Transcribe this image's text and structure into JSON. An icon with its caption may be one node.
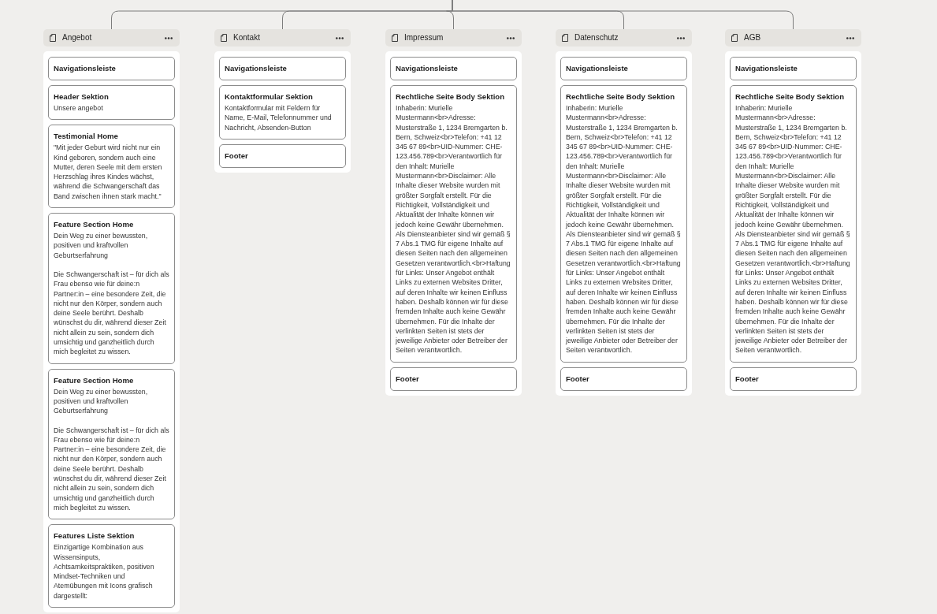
{
  "diagram": {
    "nodes": [
      {
        "text": [
          "Angebot"
        ]
      },
      {
        "text": [
          "Navigationsleiste"
        ],
        "in": 0
      },
      {
        "text": [
          "Header Sektion",
          "Unsere angebot"
        ],
        "in": 0
      },
      {
        "text": [
          "Testimonial Home",
          "\"Mit jeder Geburt wird nicht nur ein Kind geboren, sondern auch eine Mutter, deren Seele mit dem ersten Herzschlag ihres Kindes wächst, während die Schwangerschaft das Band zwischen ihnen stark macht.\""
        ],
        "in": 0
      },
      {
        "text": [
          "Feature Section Home",
          "Dein Weg zu einer bewussten, positiven und kraftvollen Geburtserfahrung",
          "Die Schwangerschaft ist – für dich als Frau ebenso wie für deine:n Partner:in – eine besondere Zeit, die nicht nur den Körper, sondern auch deine Seele berührt. Deshalb wünschst du dir, während dieser Zeit nicht allein zu sein, sondern dich umsichtig und ganzheitlich durch mich begleitet zu wissen."
        ],
        "in": 0
      },
      {
        "text": [
          "Feature Section Home",
          "Dein Weg zu einer bewussten, positiven und kraftvollen Geburtserfahrung",
          "Die Schwangerschaft ist – für dich als Frau ebenso wie für deine:n Partner:in – eine besondere Zeit, die nicht nur den Körper, sondern auch deine Seele berührt. Deshalb wünschst du dir, während dieser Zeit nicht allein zu sein, sondern dich umsichtig und ganzheitlich durch mich begleitet zu wissen."
        ],
        "in": 0
      },
      {
        "text": [
          "Features Liste Sektion",
          "Einzigartige Kombination aus Wissensinputs, Achtsamkeitspraktiken, positiven Mindset-Techniken und Atemübungen mit Icons grafisch dargestellt:"
        ],
        "in": 0
      },
      {
        "text": [
          "Kontakt"
        ]
      },
      {
        "text": [
          "Navigationsleiste"
        ],
        "in": 7
      },
      {
        "text": [
          "Kontaktformular Sektion",
          "Kontaktformular mit Feldern für Name, E-Mail, Telefonnummer und Nachricht, Absenden-Button"
        ],
        "in": 7
      },
      {
        "text": [
          "Footer"
        ],
        "in": 7
      },
      {
        "text": [
          "Impressum"
        ]
      },
      {
        "text": [
          "Navigationsleiste"
        ],
        "in": 11
      },
      {
        "text": [
          "Rechtliche Seite Body Sektion",
          "Inhaberin: Murielle Mustermann<br>Adresse: Musterstraße 1, 1234 Bremgarten b. Bern, Schweiz<br>Telefon: +41 12 345 67 89<br>UID-Nummer: CHE-123.456.789<br>Verantwortlich für den Inhalt: Murielle Mustermann<br>Disclaimer: Alle Inhalte dieser Website wurden mit größter Sorgfalt erstellt. Für die Richtigkeit, Vollständigkeit und Aktualität der Inhalte können wir jedoch keine Gewähr übernehmen. Als Diensteanbieter sind wir gemäß § 7 Abs.1 TMG für eigene Inhalte auf diesen Seiten nach den allgemeinen Gesetzen verantwortlich.<br>Haftung für Links: Unser Angebot enthält Links zu externen Websites Dritter, auf deren Inhalte wir keinen Einfluss haben. Deshalb können wir für diese fremden Inhalte auch keine Gewähr übernehmen. Für die Inhalte der verlinkten Seiten ist stets der jeweilige Anbieter oder Betreiber der Seiten verantwortlich."
        ],
        "in": 11
      },
      {
        "text": [
          "Footer"
        ],
        "in": 11
      },
      {
        "text": [
          "Datenschutz"
        ]
      },
      {
        "text": [
          "Navigationsleiste"
        ],
        "in": 15
      },
      {
        "text": [
          "Rechtliche Seite Body Sektion",
          "Inhaberin: Murielle Mustermann<br>Adresse: Musterstraße 1, 1234 Bremgarten b. Bern, Schweiz<br>Telefon: +41 12 345 67 89<br>UID-Nummer: CHE-123.456.789<br>Verantwortlich für den Inhalt: Murielle Mustermann<br>Disclaimer: Alle Inhalte dieser Website wurden mit größter Sorgfalt erstellt. Für die Richtigkeit, Vollständigkeit und Aktualität der Inhalte können wir jedoch keine Gewähr übernehmen. Als Diensteanbieter sind wir gemäß § 7 Abs.1 TMG für eigene Inhalte auf diesen Seiten nach den allgemeinen Gesetzen verantwortlich.<br>Haftung für Links: Unser Angebot enthält Links zu externen Websites Dritter, auf deren Inhalte wir keinen Einfluss haben. Deshalb können wir für diese fremden Inhalte auch keine Gewähr übernehmen. Für die Inhalte der verlinkten Seiten ist stets der jeweilige Anbieter oder Betreiber der Seiten verantwortlich."
        ],
        "in": 15
      },
      {
        "text": [
          "Footer"
        ],
        "in": 15
      },
      {
        "text": [
          "AGB"
        ]
      },
      {
        "text": [
          "Navigationsleiste"
        ],
        "in": 19
      },
      {
        "text": [
          "Rechtliche Seite Body Sektion",
          "Inhaberin: Murielle Mustermann<br>Adresse: Musterstraße 1, 1234 Bremgarten b. Bern, Schweiz<br>Telefon: +41 12 345 67 89<br>UID-Nummer: CHE-123.456.789<br>Verantwortlich für den Inhalt: Murielle Mustermann<br>Disclaimer: Alle Inhalte dieser Website wurden mit größter Sorgfalt erstellt. Für die Richtigkeit, Vollständigkeit und Aktualität der Inhalte können wir jedoch keine Gewähr übernehmen. Als Diensteanbieter sind wir gemäß § 7 Abs.1 TMG für eigene Inhalte auf diesen Seiten nach den allgemeinen Gesetzen verantwortlich.<br>Haftung für Links: Unser Angebot enthält Links zu externen Websites Dritter, auf deren Inhalte wir keinen Einfluss haben. Deshalb können wir für diese fremden Inhalte auch keine Gewähr übernehmen. Für die Inhalte der verlinkten Seiten ist stets der jeweilige Anbieter oder Betreiber der Seiten verantwortlich."
        ],
        "in": 19
      },
      {
        "text": [
          "Footer"
        ],
        "in": 19
      }
    ],
    "edges": [
      {
        "from": null,
        "to": 0,
        "arrow": "none"
      },
      {
        "from": null,
        "to": 7,
        "arrow": "none"
      },
      {
        "from": null,
        "to": 11,
        "arrow": "none"
      },
      {
        "from": null,
        "to": 15,
        "arrow": "none"
      },
      {
        "from": null,
        "to": 19,
        "arrow": "none"
      }
    ]
  }
}
